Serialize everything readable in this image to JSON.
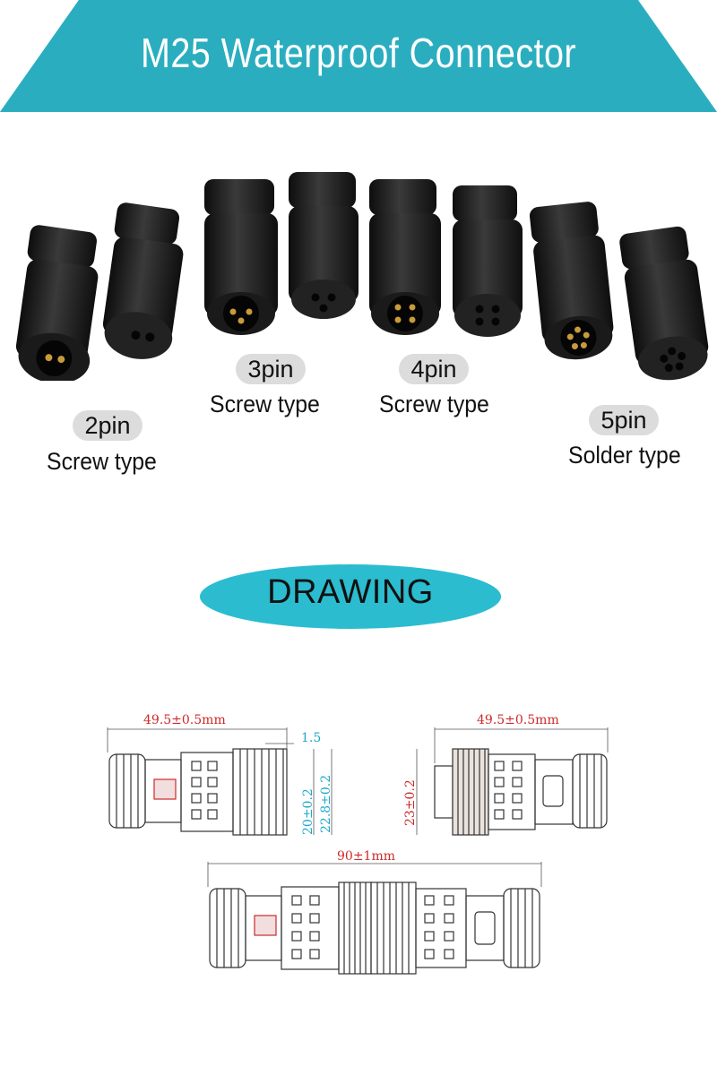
{
  "banner": {
    "title": "M25 Waterproof Connector",
    "color": "#2aaebf"
  },
  "products": [
    {
      "pins": "2pin",
      "type": "Screw type"
    },
    {
      "pins": "3pin",
      "type": "Screw type"
    },
    {
      "pins": "4pin",
      "type": "Screw type"
    },
    {
      "pins": "5pin",
      "type": "Solder type"
    }
  ],
  "drawing": {
    "heading": "DRAWING",
    "heading_color": "#2bbcd0",
    "dimensions": {
      "male_length": "49.5±0.5mm",
      "female_length": "49.5±0.5mm",
      "thread_pitch": "1.5",
      "inner_diameter": "20±0.2",
      "outer_diameter": "22.8±0.2",
      "female_diameter": "23±0.2",
      "total_length": "90±1mm"
    },
    "dimension_color": "#cc2a2a"
  }
}
